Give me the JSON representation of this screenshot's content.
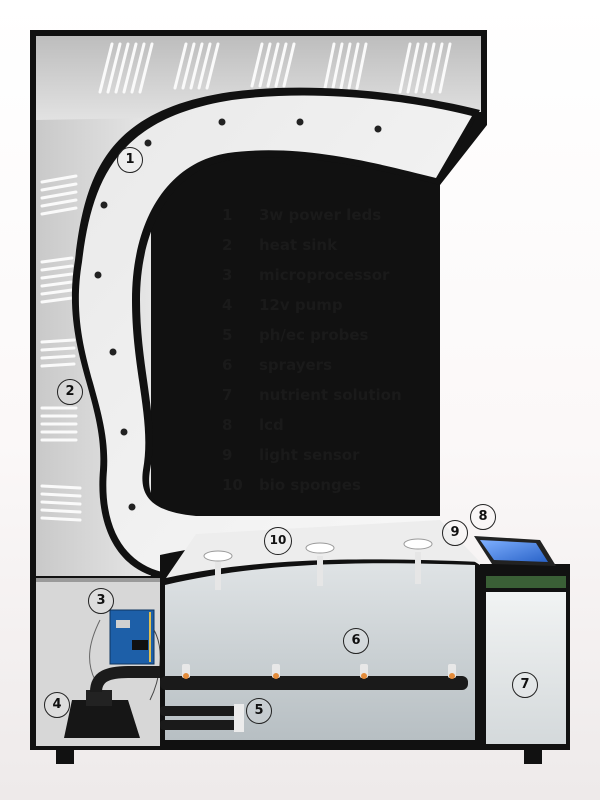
{
  "legend": [
    {
      "num": "1",
      "label": "3w power leds"
    },
    {
      "num": "2",
      "label": "heat sink"
    },
    {
      "num": "3",
      "label": "microprocessor"
    },
    {
      "num": "4",
      "label": "12v pump"
    },
    {
      "num": "5",
      "label": "ph/ec probes"
    },
    {
      "num": "6",
      "label": "sprayers"
    },
    {
      "num": "7",
      "label": "nutrient solution"
    },
    {
      "num": "8",
      "label": "lcd"
    },
    {
      "num": "9",
      "label": "light sensor"
    },
    {
      "num": "10",
      "label": "bio sponges"
    }
  ],
  "callouts": {
    "c1": "1",
    "c2": "2",
    "c3": "3",
    "c4": "4",
    "c5": "5",
    "c6": "6",
    "c7": "7",
    "c8": "8",
    "c9": "9",
    "c10": "10"
  },
  "colors": {
    "frame": "#111111",
    "panel": "#f3f3f3",
    "cabinet": "#d9dcdd",
    "water": "#c4ccd0",
    "lcd": "#3a7be0"
  }
}
